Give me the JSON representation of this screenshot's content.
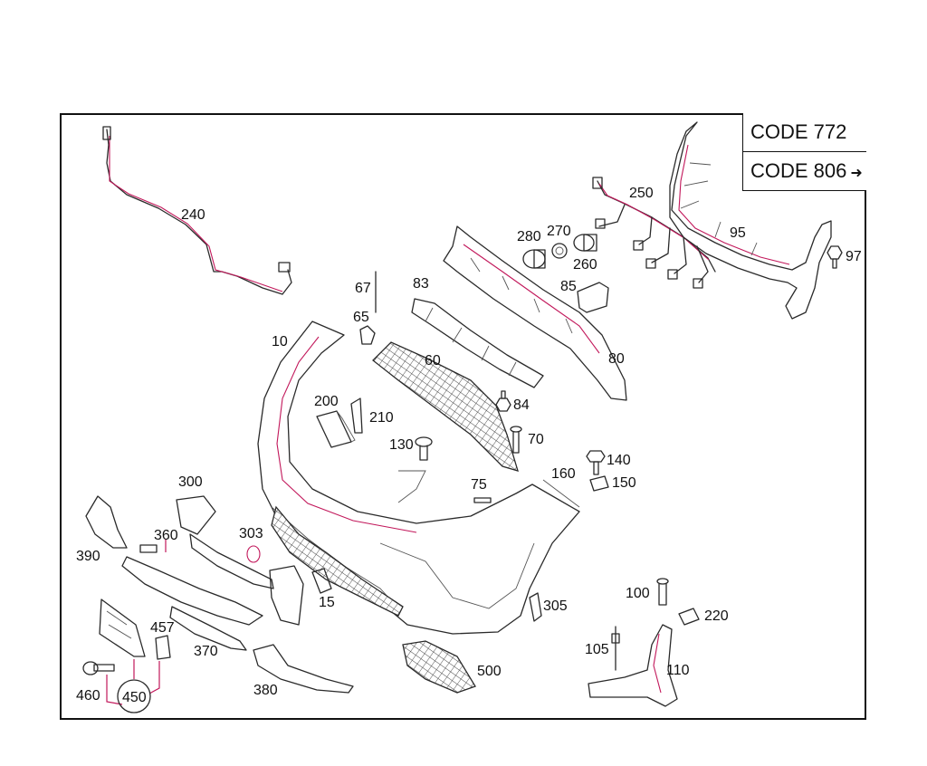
{
  "codes": {
    "code_772": "CODE 772",
    "code_806": "CODE 806"
  },
  "labels": {
    "p10": "10",
    "p15": "15",
    "p60": "60",
    "p65": "65",
    "p67": "67",
    "p70": "70",
    "p75": "75",
    "p80": "80",
    "p83": "83",
    "p84": "84",
    "p85": "85",
    "p95": "95",
    "p97": "97",
    "p100": "100",
    "p105": "105",
    "p110": "110",
    "p130": "130",
    "p140": "140",
    "p150": "150",
    "p160": "160",
    "p200": "200",
    "p210": "210",
    "p220": "220",
    "p240": "240",
    "p250": "250",
    "p260": "260",
    "p270": "270",
    "p280": "280",
    "p300": "300",
    "p303": "303",
    "p305": "305",
    "p360": "360",
    "p370": "370",
    "p380": "380",
    "p390": "390",
    "p450": "450",
    "p457": "457",
    "p460": "460",
    "p500": "500"
  },
  "colors": {
    "ink": "#2a2a2a",
    "accent": "#c2185b",
    "frame": "#111111"
  },
  "icons": {
    "arrow": "arrow-right-icon"
  }
}
